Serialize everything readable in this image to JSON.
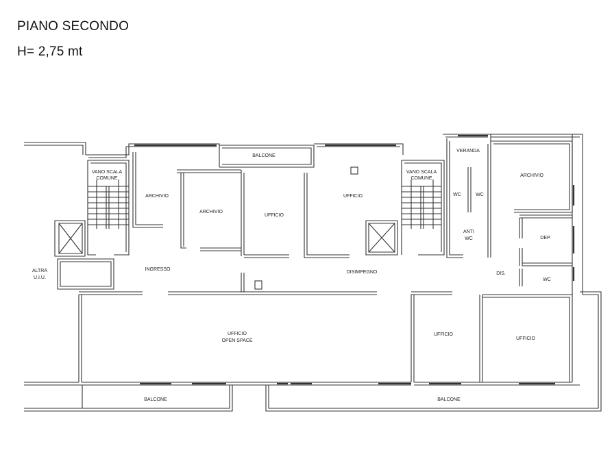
{
  "header": {
    "title": "PIANO SECONDO",
    "height_label": "H= 2,75 mt"
  },
  "rooms": [
    {
      "id": "vano_scala_1",
      "line1": "VANO SCALA",
      "line2": "COMUNE"
    },
    {
      "id": "archivio_1",
      "line1": "ARCHIVIO"
    },
    {
      "id": "archivio_2",
      "line1": "ARCHIVIO"
    },
    {
      "id": "balcone_top",
      "line1": "BALCONE"
    },
    {
      "id": "ufficio_1",
      "line1": "UFFICIO"
    },
    {
      "id": "ufficio_2",
      "line1": "UFFICIO"
    },
    {
      "id": "vano_scala_2",
      "line1": "VANO SCALA",
      "line2": "COMUNE"
    },
    {
      "id": "veranda",
      "line1": "VERANDA"
    },
    {
      "id": "wc_1",
      "line1": "WC"
    },
    {
      "id": "wc_2",
      "line1": "WC"
    },
    {
      "id": "anti_wc",
      "line1": "ANTI",
      "line2": "WC"
    },
    {
      "id": "archivio_3",
      "line1": "ARCHIVIO"
    },
    {
      "id": "dep",
      "line1": "DEP."
    },
    {
      "id": "dis",
      "line1": "DIS."
    },
    {
      "id": "wc_3",
      "line1": "WC"
    },
    {
      "id": "altra_uiu",
      "line1": "ALTRA",
      "line2": "U.I.U."
    },
    {
      "id": "ingresso",
      "line1": "INGRESSO"
    },
    {
      "id": "disimpegno",
      "line1": "DISIMPEGNO"
    },
    {
      "id": "ufficio_open",
      "line1": "UFFICIO",
      "line2": "OPEN SPACE"
    },
    {
      "id": "ufficio_3",
      "line1": "UFFICIO"
    },
    {
      "id": "ufficio_4",
      "line1": "UFFICIO"
    },
    {
      "id": "balcone_bottom_left",
      "line1": "BALCONE"
    },
    {
      "id": "balcone_bottom_right",
      "line1": "BALCONE"
    }
  ]
}
